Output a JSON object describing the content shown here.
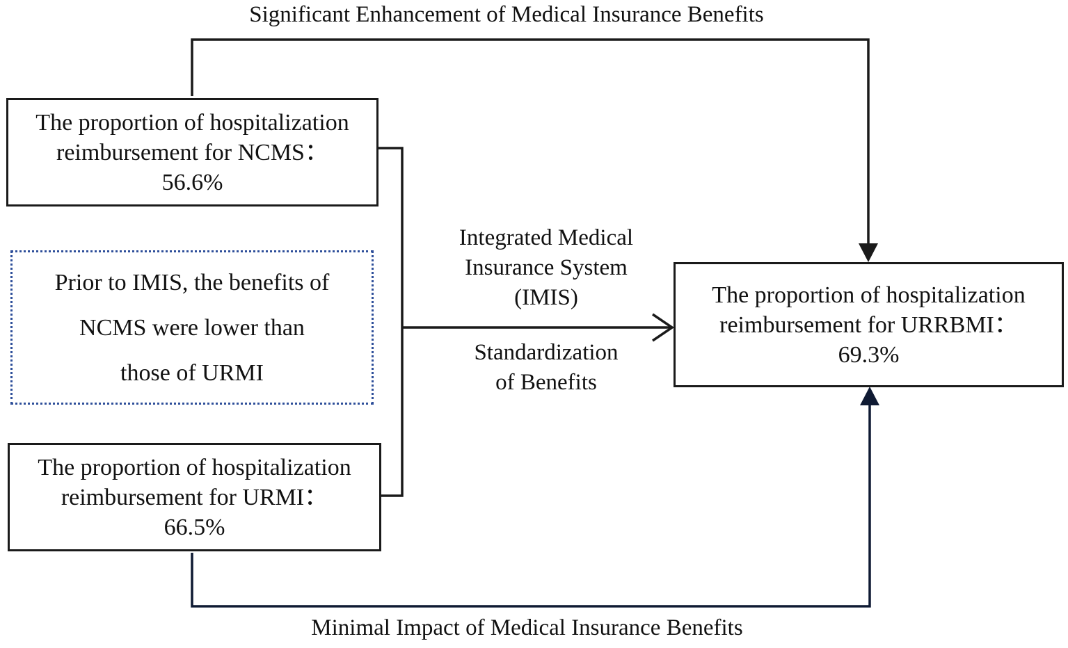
{
  "top_label": "Significant Enhancement of Medical Insurance Benefits",
  "bottom_label": "Minimal Impact of Medical Insurance Benefits",
  "ncms_box": {
    "line1": "The proportion of hospitalization",
    "line2": "reimbursement for NCMS：",
    "line3": "56.6%"
  },
  "urmi_box": {
    "line1": "The proportion of hospitalization",
    "line2": "reimbursement for URMI：",
    "line3": "66.5%"
  },
  "urrbmi_box": {
    "line1": "The proportion of hospitalization",
    "line2": "reimbursement for URRBMI：",
    "line3": "69.3%"
  },
  "note_box": {
    "line1": "Prior to IMIS, the benefits of",
    "line2": "NCMS were lower than",
    "line3": "those of URMI"
  },
  "middle_arrow": {
    "above_line1": "Integrated Medical",
    "above_line2": "Insurance System",
    "above_line3": "(IMIS)",
    "below_line1": "Standardization",
    "below_line2": "of Benefits"
  },
  "colors": {
    "box_border": "#1a1a1a",
    "note_border": "#2e4f9a",
    "connector": "#1a1a1a",
    "bottom_connector": "#0f1a33"
  }
}
